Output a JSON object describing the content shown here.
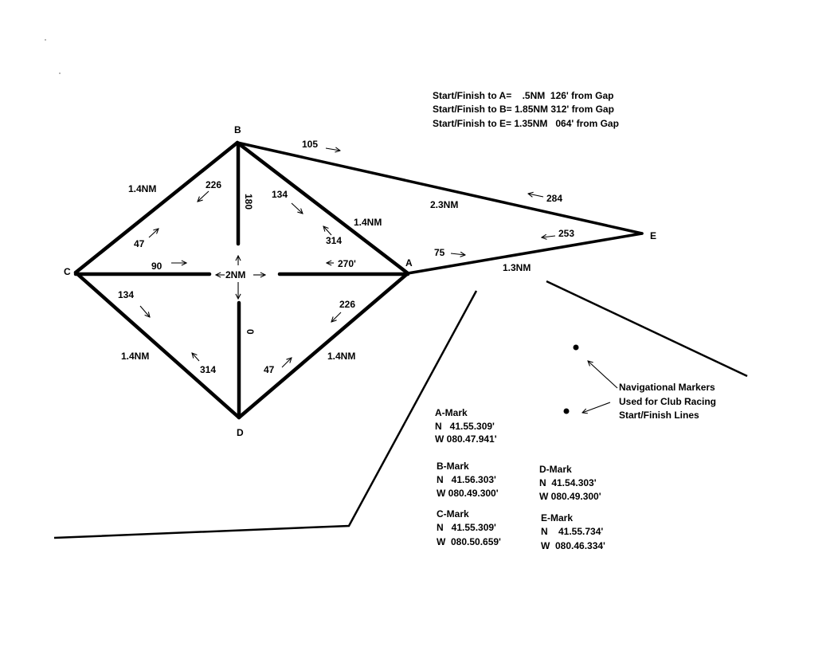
{
  "legend": {
    "line1": "Start/Finish to A=    .5NM  126' from Gap",
    "line2": "Start/Finish to B= 1.85NM 312' from Gap",
    "line3": "Start/Finish to E= 1.35NM   064' from Gap"
  },
  "marks": {
    "A": "A",
    "B": "B",
    "C": "C",
    "D": "D",
    "E": "E"
  },
  "distances": {
    "BC": "1.4NM",
    "BA": "1.4NM",
    "CD": "1.4NM",
    "DA": "1.4NM",
    "center": "2NM",
    "BE": "2.3NM",
    "AE": "1.3NM"
  },
  "bearings": {
    "BC_226": "226",
    "CB_47": "47",
    "BD_180": "180",
    "BA_134": "134",
    "AB_314": "314",
    "CA_90": "90",
    "AC_270": "270'",
    "CD_134": "134",
    "DC_314": "314",
    "DB_0": "0",
    "AD_226": "226",
    "DA_47": "47",
    "BE_105": "105",
    "EB_284": "284",
    "EA_253": "253",
    "AE_75": "75"
  },
  "markers_note": {
    "line1": "Navigational Markers",
    "line2": "Used for Club Racing",
    "line3": "Start/Finish Lines"
  },
  "coords": {
    "A": {
      "name": "A-Mark",
      "n": "N   41.55.309'",
      "w": "W 080.47.941'"
    },
    "B": {
      "name": "B-Mark",
      "n": "N   41.56.303'",
      "w": "W 080.49.300'"
    },
    "C": {
      "name": "C-Mark",
      "n": "N   41.55.309'",
      "w": "W  080.50.659'"
    },
    "D": {
      "name": "D-Mark",
      "n": "N  41.54.303'",
      "w": "W 080.49.300'"
    },
    "E": {
      "name": "E-Mark",
      "n": "N    41.55.734'",
      "w": "W  080.46.334'"
    }
  }
}
